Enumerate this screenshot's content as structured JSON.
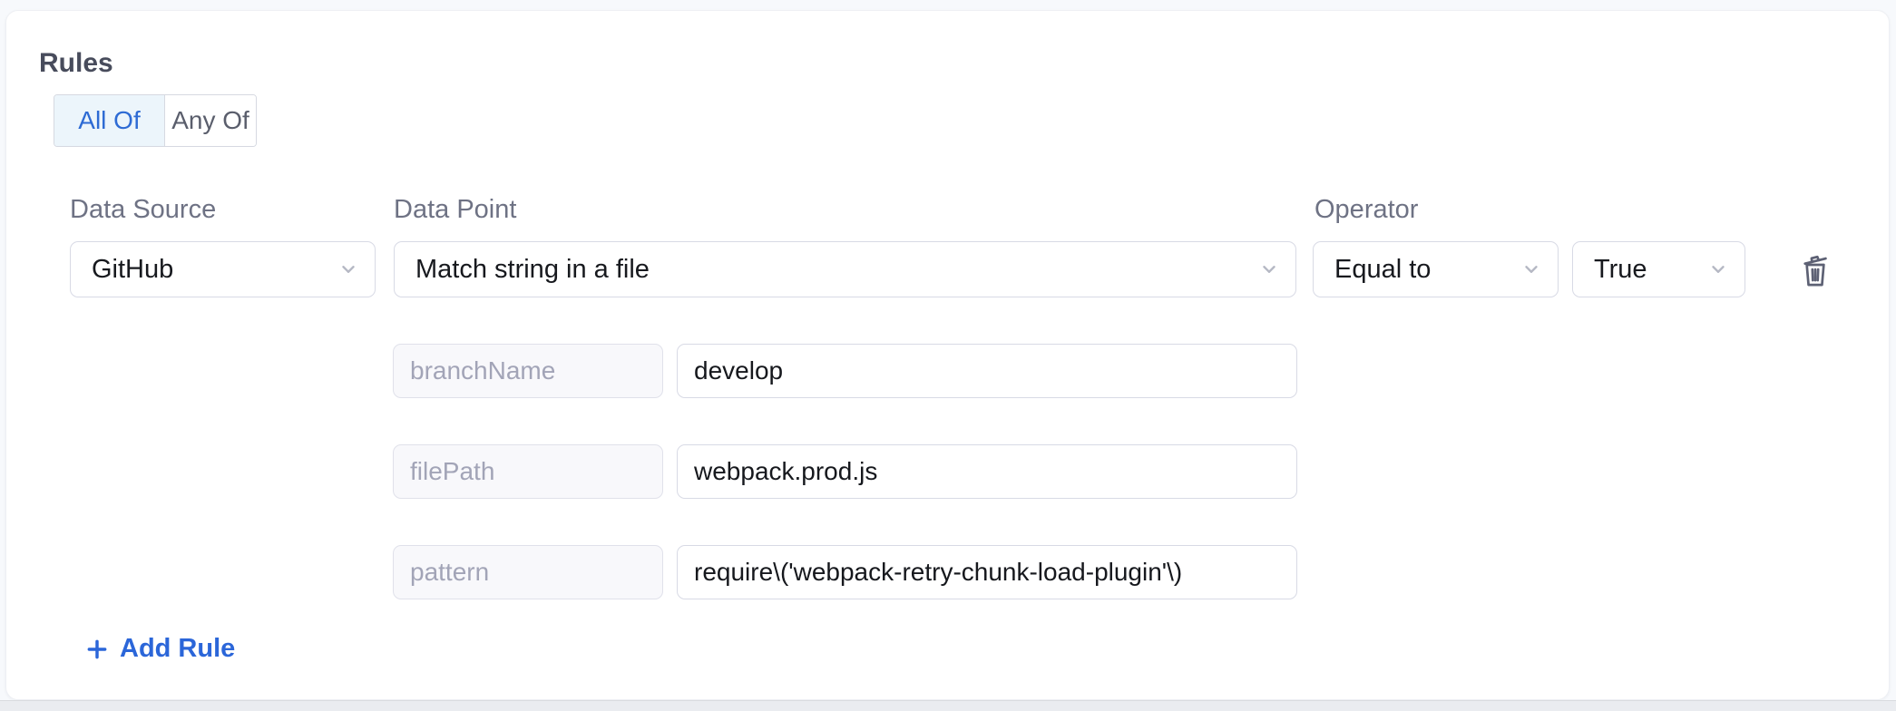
{
  "panel": {
    "title": "Rules",
    "match_modes": [
      {
        "label": "All Of",
        "selected": true
      },
      {
        "label": "Any Of",
        "selected": false
      }
    ],
    "labels": {
      "data_source": "Data Source",
      "data_point": "Data Point",
      "operator": "Operator"
    },
    "rule": {
      "data_source": "GitHub",
      "data_point": "Match string in a file",
      "operator": "Equal to",
      "expected_value": "True",
      "params": [
        {
          "key": "branchName",
          "value": "develop"
        },
        {
          "key": "filePath",
          "value": "webpack.prod.js"
        },
        {
          "key": "pattern",
          "value": "require\\('webpack-retry-chunk-load-plugin'\\)"
        }
      ]
    },
    "add_rule_label": "Add Rule"
  },
  "icons": {
    "dropdown": "chevron-down-icon",
    "delete": "trash-icon",
    "add": "plus-icon"
  },
  "colors": {
    "accent_blue": "#2e6bd4",
    "add_rule_blue": "#2b66d9",
    "selected_toggle_bg": "#ecf5fb",
    "label_gray": "#6e7284",
    "muted_key_text": "#a2a4b7",
    "input_border": "#d8dae5",
    "text_primary": "#17191e",
    "card_bg": "#ffffff",
    "page_bg": "#f7f9fc",
    "bottom_strip_bg": "#eaecf0"
  }
}
